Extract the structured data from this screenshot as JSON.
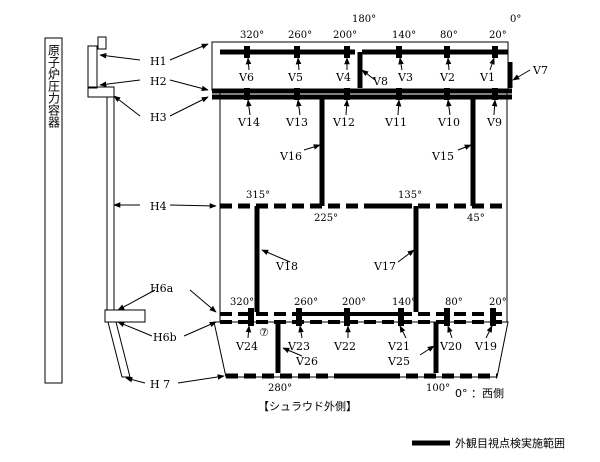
{
  "vessel_label": "原子炉圧力容器",
  "shroud_label": "【シュラウド外側】",
  "west_note": "0° ：西側",
  "legend": {
    "label": "外観目視点検実施範囲"
  },
  "welds": {
    "H1": "H1",
    "H2": "H2",
    "H3": "H3",
    "H4": "H4",
    "H6a": "H6a",
    "H6b": "H6b",
    "H7": "H 7"
  },
  "vertical_welds": {
    "V1": "V1",
    "V2": "V2",
    "V3": "V3",
    "V4": "V4",
    "V5": "V5",
    "V6": "V6",
    "V7": "V7",
    "V8": "V8",
    "V9": "V9",
    "V10": "V10",
    "V11": "V11",
    "V12": "V12",
    "V13": "V13",
    "V14": "V14",
    "V15": "V15",
    "V16": "V16",
    "V17": "V17",
    "V18": "V18",
    "V19": "V19",
    "V20": "V20",
    "V21": "V21",
    "V22": "V22",
    "V23": "V23",
    "V24": "V24",
    "V25": "V25",
    "V26": "V26"
  },
  "angles": {
    "top": {
      "a320": "320°",
      "a260": "260°",
      "a200": "200°",
      "a180": "180°",
      "a140": "140°",
      "a80": "80°",
      "a20": "20°",
      "a0": "0°"
    },
    "h4": {
      "a315": "315°",
      "a225": "225°",
      "a135": "135°",
      "a45": "45°"
    },
    "h6": {
      "a320": "320°",
      "a260": "260°",
      "a200": "200°",
      "a140": "140°",
      "a80": "80°",
      "a20": "20°"
    },
    "h7": {
      "a280": "280°",
      "a100": "100°"
    }
  },
  "marker": "⑦"
}
